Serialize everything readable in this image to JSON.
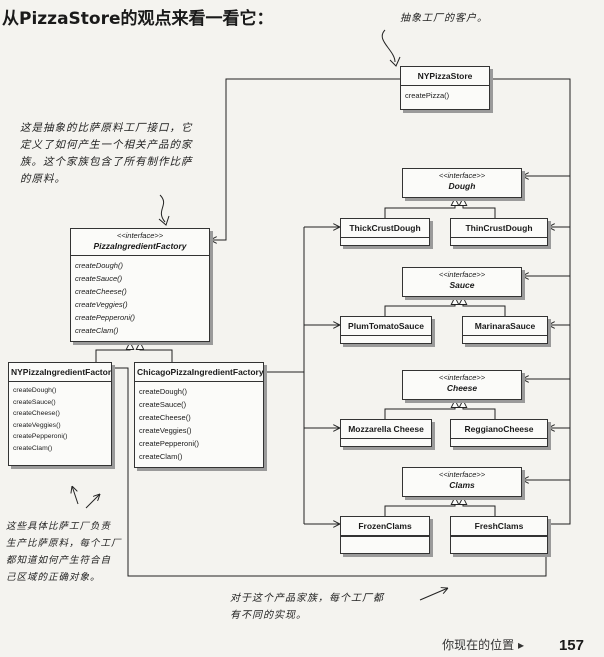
{
  "title": "从PizzaStore的观点来看一看它：",
  "notes": {
    "client": "抽象工厂的客户。",
    "abstract_factory": [
      "这是抽象的比萨原料工厂接口，它",
      "定义了如何产生一个相关产品的家",
      "族。这个家族包含了所有制作比萨",
      "的原料。"
    ],
    "concrete_factories": [
      "这些具体比萨工厂负责",
      "生产比萨原料，每个工厂",
      "都知道如何产生符合自",
      "己区域的正确对象。"
    ],
    "implementations": [
      "对于这个产品家族，每个工厂都",
      "有不同的实现。"
    ]
  },
  "classes": {
    "nypizzastore": {
      "name": "NYPizzaStore",
      "methods": [
        "createPizza()"
      ]
    },
    "ingredient_factory": {
      "stereotype": "<<interface>>",
      "name": "PizzaIngredientFactory",
      "methods": [
        "createDough()",
        "createSauce()",
        "createCheese()",
        "createVeggies()",
        "createPepperoni()",
        "createClam()"
      ]
    },
    "ny_factory": {
      "name": "NYPizzaIngredientFactory",
      "methods": [
        "createDough()",
        "createSauce()",
        "createCheese()",
        "createVeggies()",
        "createPepperoni()",
        "createClam()"
      ]
    },
    "chicago_factory": {
      "name": "ChicagoPizzaIngredientFactory",
      "methods": [
        "createDough()",
        "createSauce()",
        "createCheese()",
        "createVeggies()",
        "createPepperoni()",
        "createClam()"
      ]
    },
    "dough": {
      "stereotype": "<<interface>>",
      "name": "Dough"
    },
    "thick_crust": {
      "name": "ThickCrustDough"
    },
    "thin_crust": {
      "name": "ThinCrustDough"
    },
    "sauce": {
      "stereotype": "<<interface>>",
      "name": "Sauce"
    },
    "plum_tomato": {
      "name": "PlumTomatoSauce"
    },
    "marinara": {
      "name": "MarinaraSauce"
    },
    "cheese": {
      "stereotype": "<<interface>>",
      "name": "Cheese"
    },
    "mozzarella": {
      "name": "Mozzarella Cheese"
    },
    "reggiano": {
      "name": "ReggianoCheese"
    },
    "clams": {
      "stereotype": "<<interface>>",
      "name": "Clams"
    },
    "frozen_clams": {
      "name": "FrozenClams"
    },
    "fresh_clams": {
      "name": "FreshClams"
    }
  },
  "footer": {
    "nav": "你现在的位置 ▸",
    "page": "157"
  }
}
